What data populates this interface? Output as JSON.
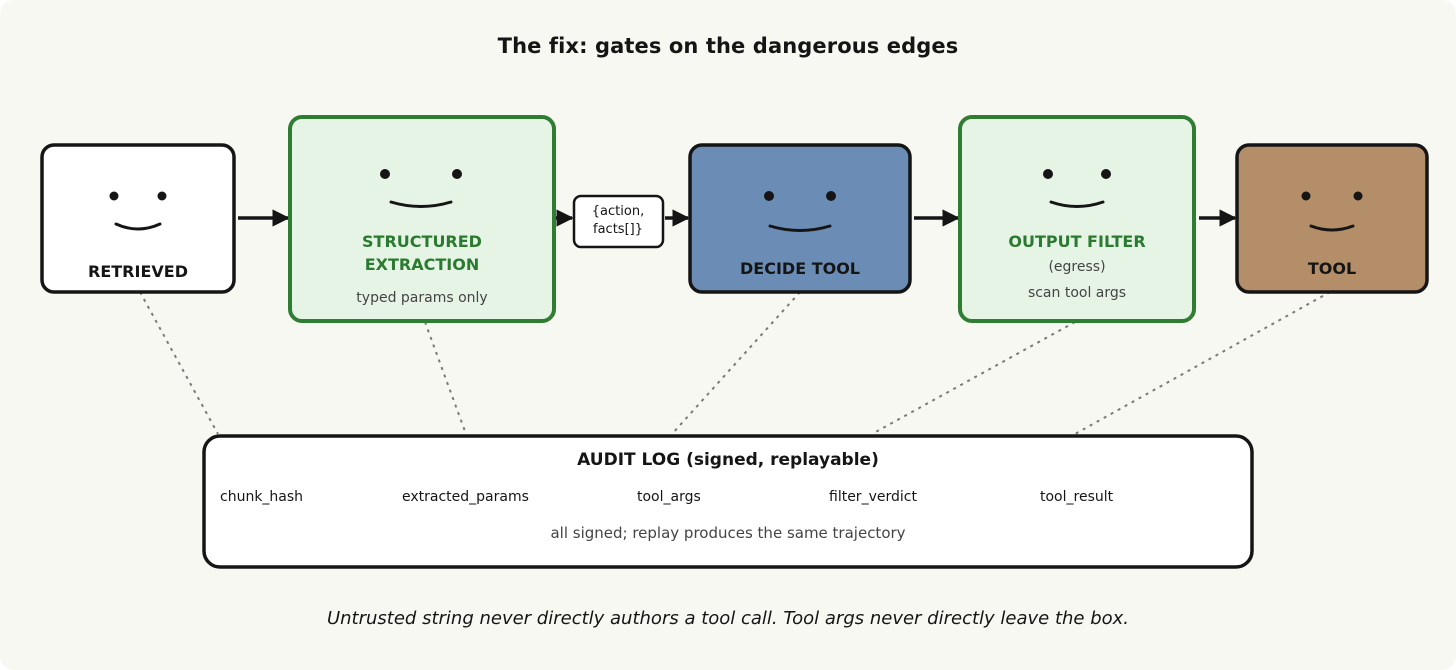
{
  "title": "The fix: gates on the dangerous edges",
  "nodes": {
    "retrieved": {
      "label": "RETRIEVED"
    },
    "extraction": {
      "label_line1": "STRUCTURED",
      "label_line2": "EXTRACTION",
      "subtitle": "typed params only"
    },
    "decide_tool": {
      "label": "DECIDE TOOL"
    },
    "output_filter": {
      "label": "OUTPUT FILTER",
      "subtitle_line1": "(egress)",
      "subtitle_line2": "scan tool args"
    },
    "tool": {
      "label": "TOOL"
    }
  },
  "json_chip": {
    "line1": "{action,",
    "line2": "facts[]}"
  },
  "audit_log": {
    "title": "AUDIT LOG (signed, replayable)",
    "fields": [
      "chunk_hash",
      "extracted_params",
      "tool_args",
      "filter_verdict",
      "tool_result"
    ],
    "note": "all signed; replay produces the same trajectory"
  },
  "caption": "Untrusted string never directly authors a tool call. Tool args never directly leave the box.",
  "colors": {
    "background": "#f8f8f3",
    "stroke": "#151515",
    "gate_fill": "#e6f4e6",
    "gate_stroke": "#2e7d32",
    "gate_text": "#2a7a2f",
    "decide_fill": "#6b8db5",
    "tool_fill": "#b38e69",
    "retrieved_fill": "#ffffff"
  },
  "icons": {
    "face": "smiley-face-icon",
    "arrow": "arrow-right-icon"
  }
}
